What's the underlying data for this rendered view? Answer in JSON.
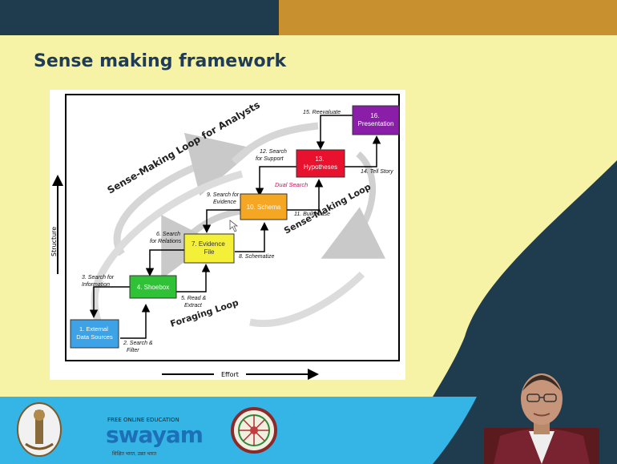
{
  "slide": {
    "title": "Sense making framework",
    "colors": {
      "bar_left": "#1f3b4e",
      "bar_right": "#c8902e",
      "background": "#f7f3a6",
      "footer_blue": "#35b5e5"
    }
  },
  "diagram": {
    "loop_title": "Sense-Making Loop for Analysts",
    "loop_sense": "Sense-Making Loop",
    "loop_foraging": "Foraging Loop",
    "axis_y": "Structure",
    "axis_x": "Effort",
    "dual_search": "Dual Search",
    "nodes": {
      "n1": [
        "1. External",
        "Data Sources"
      ],
      "n4": [
        "4. Shoebox"
      ],
      "n7": [
        "7. Evidence",
        "File"
      ],
      "n10": [
        "10. Schema"
      ],
      "n13": [
        "13.",
        "Hypotheses"
      ],
      "n16": [
        "16.",
        "Presentation"
      ]
    },
    "steps": {
      "s2": [
        "2. Search &",
        "Filter"
      ],
      "s3": [
        "3. Search for",
        "Information"
      ],
      "s5": [
        "5. Read &",
        "Extract"
      ],
      "s6": [
        "6. Search",
        "for Relations"
      ],
      "s8": [
        "8. Schematize"
      ],
      "s9": [
        "9. Search for",
        "Evidence"
      ],
      "s11": [
        "11. Build Case"
      ],
      "s12": [
        "12. Search",
        "for Support"
      ],
      "s14": [
        "14. Tell Story"
      ],
      "s15": [
        "15. Reevaluate"
      ]
    }
  },
  "footer": {
    "swayam_top": "FREE ONLINE EDUCATION",
    "swayam_word": "swayam",
    "swayam_sub": "शिक्षित भारत, उन्नत भारत"
  }
}
